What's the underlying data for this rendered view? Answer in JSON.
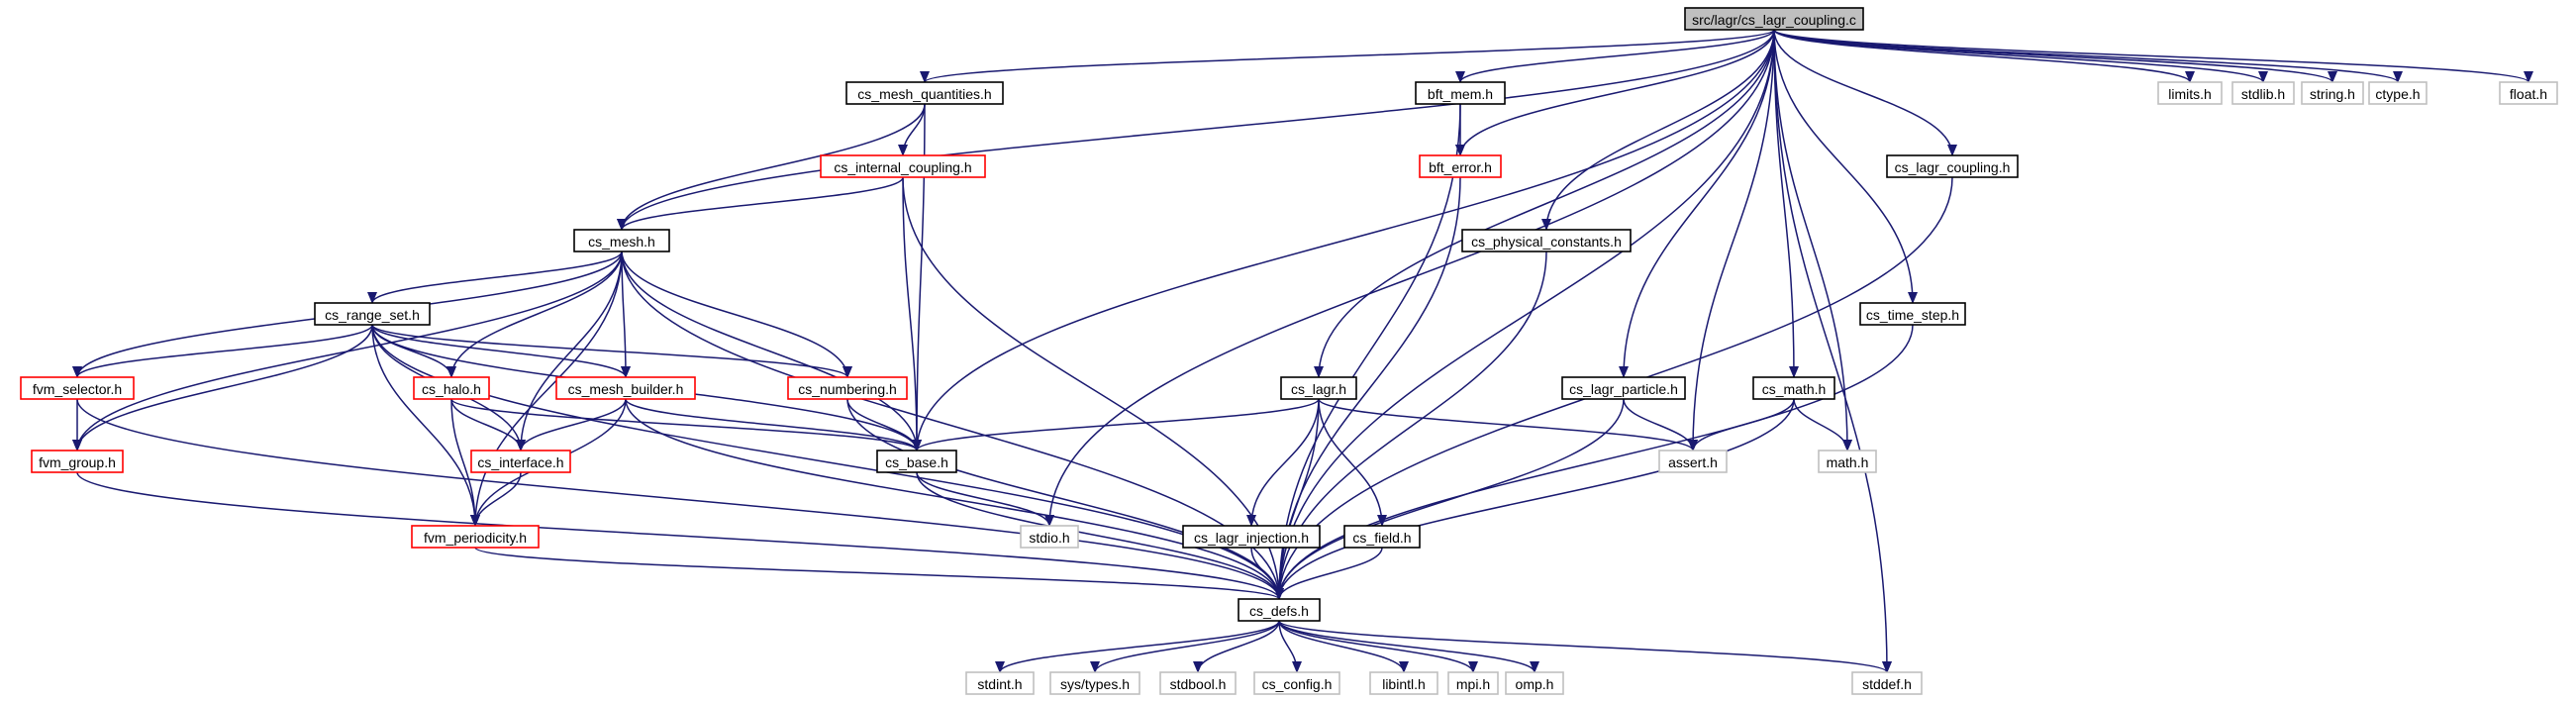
{
  "colors": {
    "edge": "#191970",
    "border_default": "#000000",
    "border_red": "#ff0000",
    "border_gray": "#bfbfbf",
    "fill_root": "#bfbfbf",
    "fill_default": "#ffffff",
    "text": "#000000"
  },
  "diagram": {
    "type": "include-dependency-graph",
    "nodes": [
      {
        "id": "root",
        "label": "src/lagr/cs_lagr_coupling.c",
        "style": "root"
      },
      {
        "id": "cs_mesh_quantities",
        "label": "cs_mesh_quantities.h",
        "style": "default"
      },
      {
        "id": "bft_mem",
        "label": "bft_mem.h",
        "style": "default"
      },
      {
        "id": "limits",
        "label": "limits.h",
        "style": "gray"
      },
      {
        "id": "stdlib",
        "label": "stdlib.h",
        "style": "gray"
      },
      {
        "id": "string",
        "label": "string.h",
        "style": "gray"
      },
      {
        "id": "ctype",
        "label": "ctype.h",
        "style": "gray"
      },
      {
        "id": "float",
        "label": "float.h",
        "style": "gray"
      },
      {
        "id": "cs_internal_coupling",
        "label": "cs_internal_coupling.h",
        "style": "red"
      },
      {
        "id": "bft_error",
        "label": "bft_error.h",
        "style": "red"
      },
      {
        "id": "cs_lagr_coupling",
        "label": "cs_lagr_coupling.h",
        "style": "default"
      },
      {
        "id": "cs_mesh",
        "label": "cs_mesh.h",
        "style": "default"
      },
      {
        "id": "cs_physical_constants",
        "label": "cs_physical_constants.h",
        "style": "default"
      },
      {
        "id": "cs_range_set",
        "label": "cs_range_set.h",
        "style": "default"
      },
      {
        "id": "cs_time_step",
        "label": "cs_time_step.h",
        "style": "default"
      },
      {
        "id": "fvm_selector",
        "label": "fvm_selector.h",
        "style": "red"
      },
      {
        "id": "cs_halo",
        "label": "cs_halo.h",
        "style": "red"
      },
      {
        "id": "cs_mesh_builder",
        "label": "cs_mesh_builder.h",
        "style": "red"
      },
      {
        "id": "cs_numbering",
        "label": "cs_numbering.h",
        "style": "red"
      },
      {
        "id": "cs_lagr",
        "label": "cs_lagr.h",
        "style": "default"
      },
      {
        "id": "cs_lagr_particle",
        "label": "cs_lagr_particle.h",
        "style": "default"
      },
      {
        "id": "cs_math",
        "label": "cs_math.h",
        "style": "default"
      },
      {
        "id": "fvm_group",
        "label": "fvm_group.h",
        "style": "red"
      },
      {
        "id": "cs_interface",
        "label": "cs_interface.h",
        "style": "red"
      },
      {
        "id": "cs_base",
        "label": "cs_base.h",
        "style": "default"
      },
      {
        "id": "assert",
        "label": "assert.h",
        "style": "gray"
      },
      {
        "id": "math",
        "label": "math.h",
        "style": "gray"
      },
      {
        "id": "fvm_periodicity",
        "label": "fvm_periodicity.h",
        "style": "red"
      },
      {
        "id": "stdio",
        "label": "stdio.h",
        "style": "gray"
      },
      {
        "id": "cs_lagr_injection",
        "label": "cs_lagr_injection.h",
        "style": "default"
      },
      {
        "id": "cs_field",
        "label": "cs_field.h",
        "style": "default"
      },
      {
        "id": "cs_defs",
        "label": "cs_defs.h",
        "style": "default"
      },
      {
        "id": "stdint",
        "label": "stdint.h",
        "style": "gray"
      },
      {
        "id": "sys_types",
        "label": "sys/types.h",
        "style": "gray"
      },
      {
        "id": "stdbool",
        "label": "stdbool.h",
        "style": "gray"
      },
      {
        "id": "cs_config",
        "label": "cs_config.h",
        "style": "gray"
      },
      {
        "id": "libintl",
        "label": "libintl.h",
        "style": "gray"
      },
      {
        "id": "mpi",
        "label": "mpi.h",
        "style": "gray"
      },
      {
        "id": "omp",
        "label": "omp.h",
        "style": "gray"
      },
      {
        "id": "stddef",
        "label": "stddef.h",
        "style": "gray"
      }
    ],
    "edges": [
      [
        "root",
        "cs_mesh_quantities"
      ],
      [
        "root",
        "bft_mem"
      ],
      [
        "root",
        "limits"
      ],
      [
        "root",
        "stdlib"
      ],
      [
        "root",
        "string"
      ],
      [
        "root",
        "ctype"
      ],
      [
        "root",
        "float"
      ],
      [
        "root",
        "bft_error"
      ],
      [
        "root",
        "cs_lagr_coupling"
      ],
      [
        "root",
        "cs_mesh"
      ],
      [
        "root",
        "cs_physical_constants"
      ],
      [
        "root",
        "cs_time_step"
      ],
      [
        "root",
        "cs_lagr"
      ],
      [
        "root",
        "cs_lagr_particle"
      ],
      [
        "root",
        "cs_math"
      ],
      [
        "root",
        "cs_base"
      ],
      [
        "root",
        "assert"
      ],
      [
        "root",
        "math"
      ],
      [
        "root",
        "stdio"
      ],
      [
        "root",
        "cs_defs"
      ],
      [
        "root",
        "stddef"
      ],
      [
        "cs_mesh_quantities",
        "cs_internal_coupling"
      ],
      [
        "cs_mesh_quantities",
        "cs_mesh"
      ],
      [
        "cs_mesh_quantities",
        "cs_base"
      ],
      [
        "bft_mem",
        "bft_error"
      ],
      [
        "bft_mem",
        "cs_defs"
      ],
      [
        "bft_error",
        "cs_defs"
      ],
      [
        "cs_internal_coupling",
        "cs_mesh"
      ],
      [
        "cs_internal_coupling",
        "cs_base"
      ],
      [
        "cs_internal_coupling",
        "cs_defs"
      ],
      [
        "cs_lagr_coupling",
        "cs_defs"
      ],
      [
        "cs_physical_constants",
        "cs_defs"
      ],
      [
        "cs_time_step",
        "cs_defs"
      ],
      [
        "cs_mesh",
        "cs_range_set"
      ],
      [
        "cs_mesh",
        "fvm_selector"
      ],
      [
        "cs_mesh",
        "cs_halo"
      ],
      [
        "cs_mesh",
        "cs_mesh_builder"
      ],
      [
        "cs_mesh",
        "cs_numbering"
      ],
      [
        "cs_mesh",
        "fvm_group"
      ],
      [
        "cs_mesh",
        "cs_interface"
      ],
      [
        "cs_mesh",
        "cs_base"
      ],
      [
        "cs_mesh",
        "fvm_periodicity"
      ],
      [
        "cs_mesh",
        "cs_defs"
      ],
      [
        "cs_range_set",
        "fvm_selector"
      ],
      [
        "cs_range_set",
        "cs_halo"
      ],
      [
        "cs_range_set",
        "cs_mesh_builder"
      ],
      [
        "cs_range_set",
        "cs_numbering"
      ],
      [
        "cs_range_set",
        "fvm_group"
      ],
      [
        "cs_range_set",
        "cs_interface"
      ],
      [
        "cs_range_set",
        "cs_base"
      ],
      [
        "cs_range_set",
        "fvm_periodicity"
      ],
      [
        "cs_range_set",
        "cs_defs"
      ],
      [
        "fvm_selector",
        "fvm_group"
      ],
      [
        "fvm_selector",
        "cs_defs"
      ],
      [
        "fvm_group",
        "cs_defs"
      ],
      [
        "cs_halo",
        "cs_interface"
      ],
      [
        "cs_halo",
        "fvm_periodicity"
      ],
      [
        "cs_halo",
        "cs_base"
      ],
      [
        "cs_mesh_builder",
        "cs_interface"
      ],
      [
        "cs_mesh_builder",
        "fvm_periodicity"
      ],
      [
        "cs_mesh_builder",
        "cs_base"
      ],
      [
        "cs_mesh_builder",
        "cs_defs"
      ],
      [
        "cs_numbering",
        "cs_base"
      ],
      [
        "cs_numbering",
        "cs_defs"
      ],
      [
        "cs_interface",
        "fvm_periodicity"
      ],
      [
        "fvm_periodicity",
        "cs_defs"
      ],
      [
        "cs_base",
        "stdio"
      ],
      [
        "cs_base",
        "cs_defs"
      ],
      [
        "cs_lagr",
        "cs_base"
      ],
      [
        "cs_lagr",
        "assert"
      ],
      [
        "cs_lagr",
        "cs_lagr_injection"
      ],
      [
        "cs_lagr",
        "cs_field"
      ],
      [
        "cs_lagr",
        "cs_defs"
      ],
      [
        "cs_lagr_particle",
        "assert"
      ],
      [
        "cs_lagr_particle",
        "cs_defs"
      ],
      [
        "cs_math",
        "assert"
      ],
      [
        "cs_math",
        "math"
      ],
      [
        "cs_math",
        "cs_defs"
      ],
      [
        "cs_lagr_injection",
        "cs_defs"
      ],
      [
        "cs_field",
        "cs_defs"
      ],
      [
        "cs_defs",
        "stdint"
      ],
      [
        "cs_defs",
        "sys_types"
      ],
      [
        "cs_defs",
        "stdbool"
      ],
      [
        "cs_defs",
        "cs_config"
      ],
      [
        "cs_defs",
        "libintl"
      ],
      [
        "cs_defs",
        "mpi"
      ],
      [
        "cs_defs",
        "omp"
      ],
      [
        "cs_defs",
        "stddef"
      ]
    ]
  }
}
